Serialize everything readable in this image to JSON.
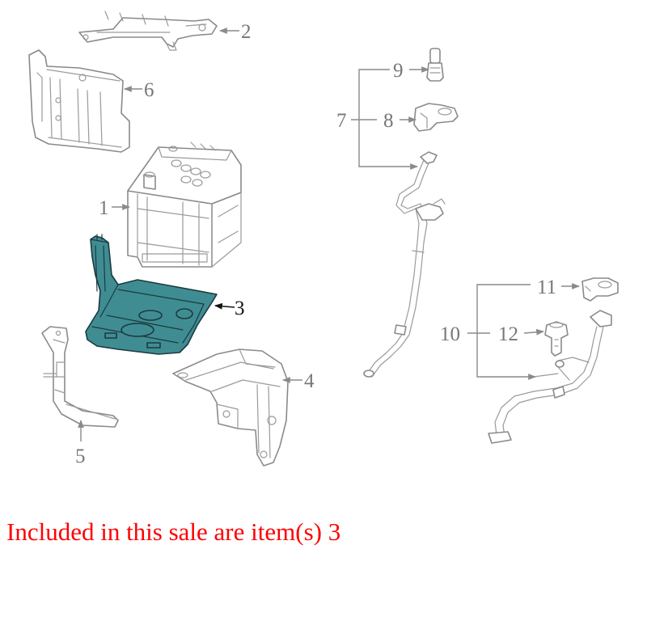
{
  "colors": {
    "highlight_fill": "#3f8d92",
    "caption_text": "#ff0000",
    "line_art": "#8a8a8a",
    "callout_text": "#777777",
    "highlight_callout_text": "#111111"
  },
  "callouts": {
    "c1": "1",
    "c2": "2",
    "c3": "3",
    "c4": "4",
    "c5": "5",
    "c6": "6",
    "c7": "7",
    "c8": "8",
    "c9": "9",
    "c10": "10",
    "c11": "11",
    "c12": "12"
  },
  "caption": {
    "text": "Included in this sale are item(s) 3"
  }
}
